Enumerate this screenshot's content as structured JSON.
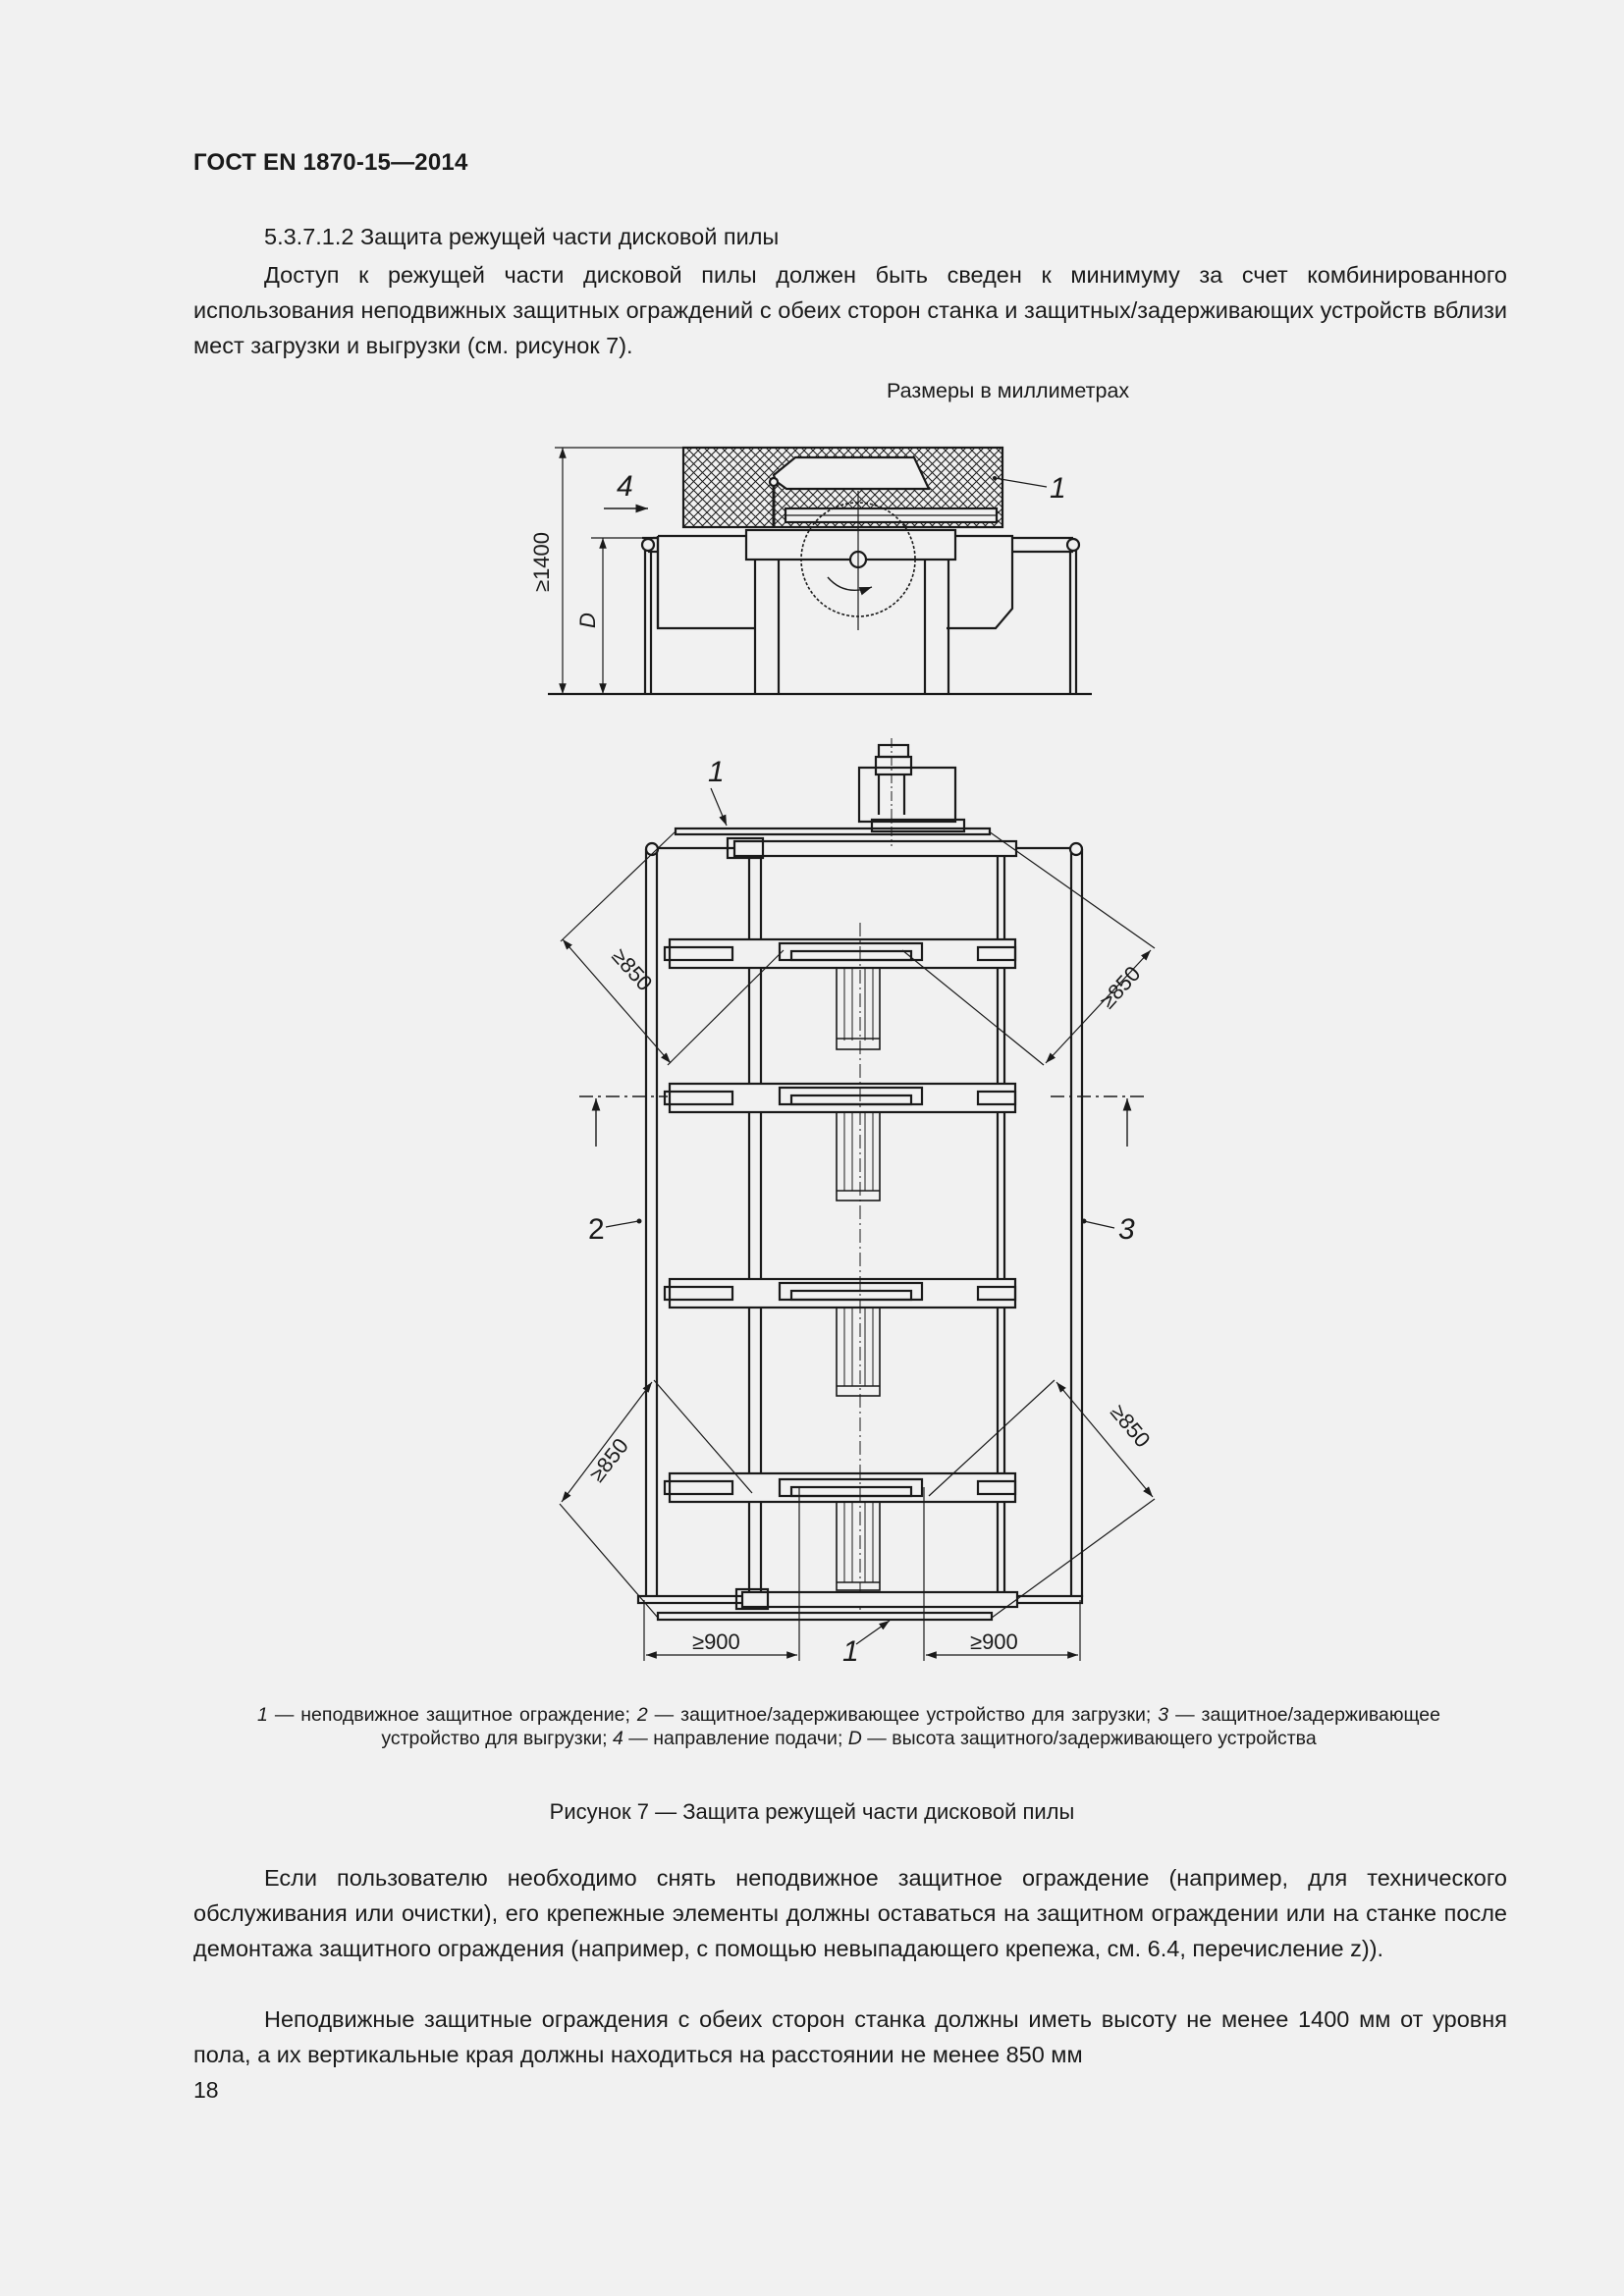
{
  "header": {
    "standard_id": "ГОСТ EN 1870-15—2014"
  },
  "section": {
    "title": "5.3.7.1.2 Защита режущей части дисковой пилы",
    "intro_paragraph": "Доступ к режущей части дисковой пилы должен быть сведен к минимуму за счет комбинированного использования неподвижных защитных ограждений с обеих сторон станка и защитных/задерживающих устройств вблизи мест загрузки и выгрузки (см. рисунок 7)."
  },
  "figure": {
    "units_note": "Размеры в миллиметрах",
    "side_view": {
      "dim_height": "≥1400",
      "dim_device_height": "D",
      "label_guard": "1",
      "label_feed_direction": "4"
    },
    "plan_view": {
      "label_guard_top": "1",
      "label_guard_bottom": "1",
      "label_loading_device": "2",
      "label_unloading_device": "3",
      "dim_diag_top_left": "≥850",
      "dim_diag_top_right": "≥850",
      "dim_diag_bottom_left": "≥850",
      "dim_diag_bottom_right": "≥850",
      "dim_bottom_left": "≥900",
      "dim_bottom_right": "≥900"
    },
    "legend": {
      "items": [
        {
          "key": "1",
          "text": "неподвижное защитное ограждение;"
        },
        {
          "key": "2",
          "text": "защитное/задерживающее устройство для загрузки;"
        },
        {
          "key": "3",
          "text": "защитное/задерживающее устройство для выгрузки;"
        },
        {
          "key": "4",
          "text": "направление подачи;"
        },
        {
          "key": "D",
          "text": "высота защитного/задерживающего устройства"
        }
      ],
      "separator": " — "
    },
    "caption": "Рисунок 7 — Защита режущей части дисковой пилы"
  },
  "body": {
    "paragraph_1": "Если пользователю необходимо снять неподвижное защитное ограждение (например, для технического обслуживания или очистки), его крепежные элементы должны оставаться на защитном ограждении или на станке после демонтажа защитного ограждения (например, с помощью невыпадающего крепежа, см. 6.4, перечисление z)).",
    "paragraph_2": "Неподвижные защитные ограждения с обеих сторон станка должны иметь высоту не менее 1400 мм от уровня пола, а их вертикальные края должны находиться на расстоянии не менее 850 мм"
  },
  "footer": {
    "page_number": "18"
  }
}
